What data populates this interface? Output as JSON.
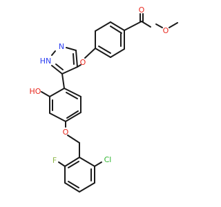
{
  "molecule": {
    "atoms": {
      "ester_o_carbonyl": "O",
      "ester_o_methoxy": "O",
      "ether_o_pyrazole_aryl": "O",
      "pyrazole_n1": "N",
      "pyrazole_nh": "HN",
      "phenol_oh": "HO",
      "benzyl_ether_o": "O",
      "chlorine": "Cl",
      "fluorine": "F"
    },
    "colors": {
      "bond": "#1a1a1a",
      "oxygen": "#e8281e",
      "nitrogen": "#2a3df2",
      "chlorine": "#2fb52f",
      "fluorine": "#8fb84a"
    }
  }
}
